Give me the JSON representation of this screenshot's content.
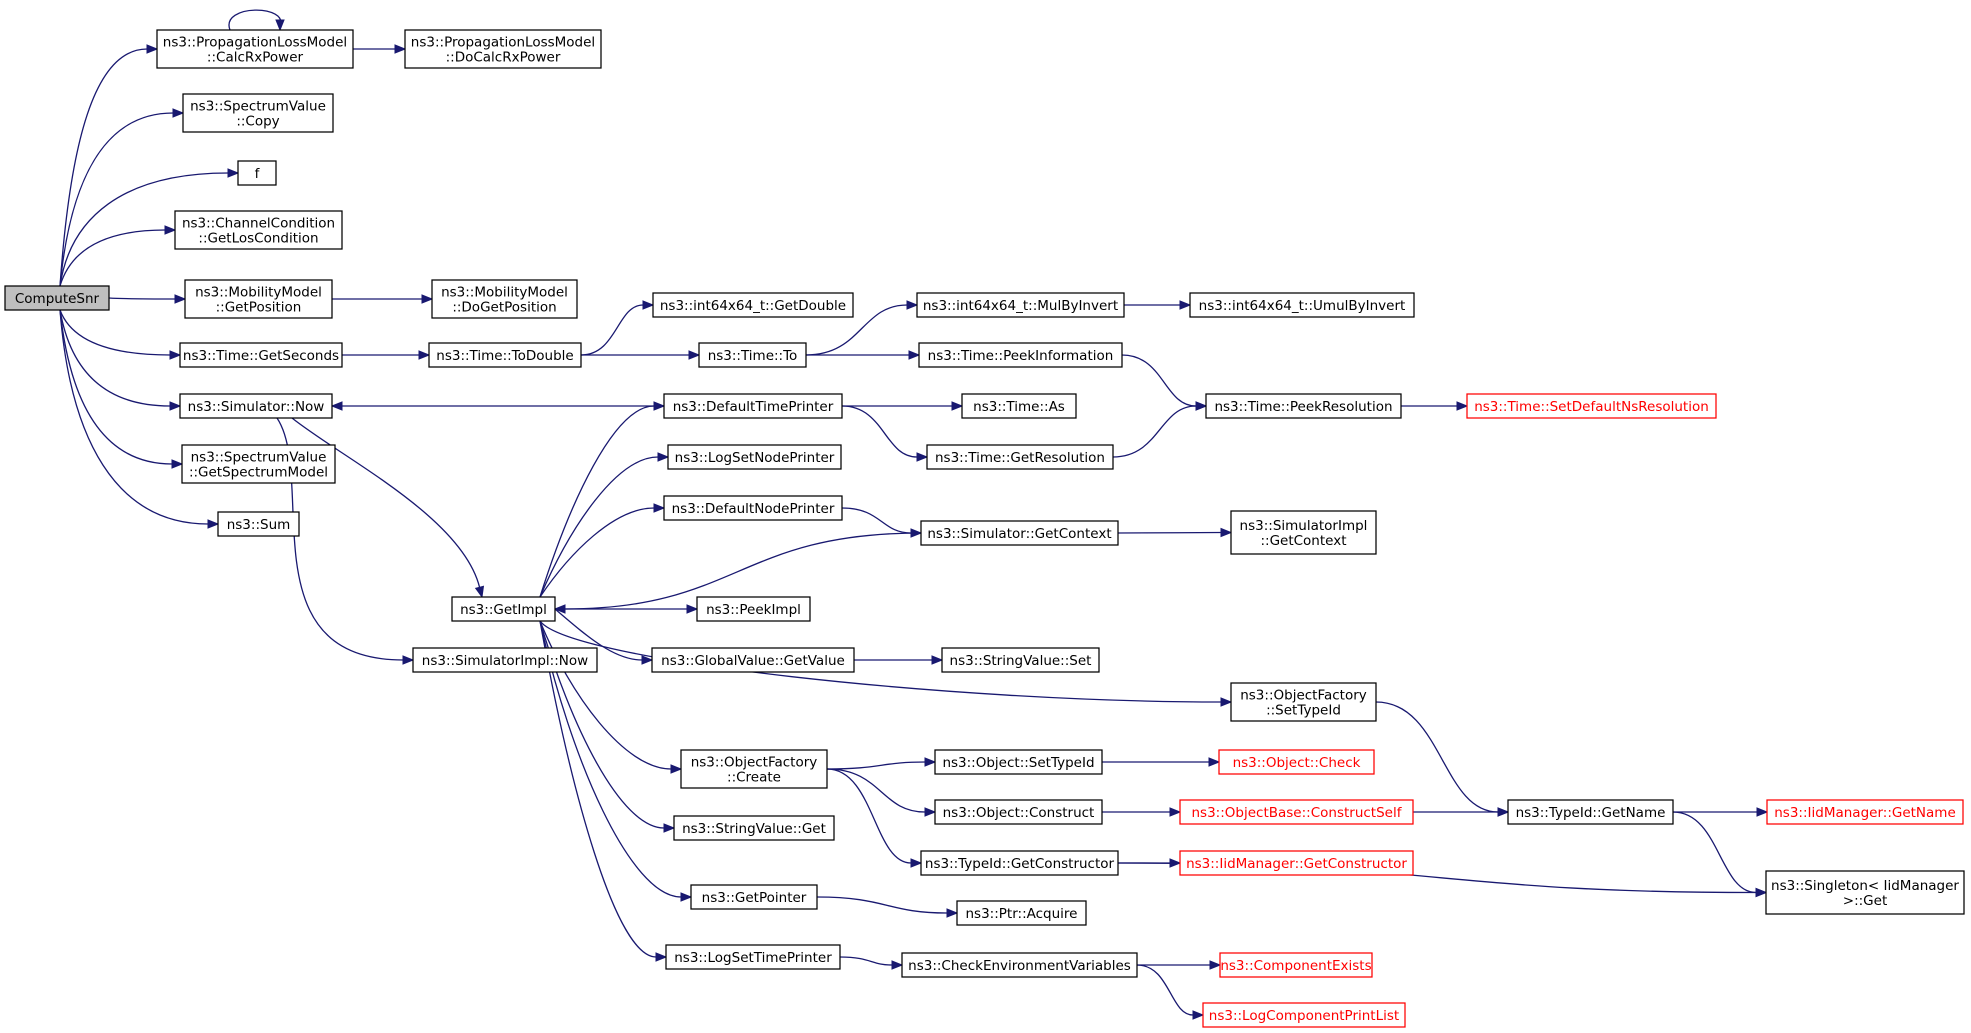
{
  "diagram": {
    "root": "ComputeSnr",
    "nodes": [
      {
        "id": "n_root",
        "lines": [
          "ComputeSnr"
        ],
        "root": true
      },
      {
        "id": "n_calcrx",
        "lines": [
          "ns3::PropagationLossModel",
          "::CalcRxPower"
        ]
      },
      {
        "id": "n_docalcrx",
        "lines": [
          "ns3::PropagationLossModel",
          "::DoCalcRxPower"
        ]
      },
      {
        "id": "n_specCopy",
        "lines": [
          "ns3::SpectrumValue",
          "::Copy"
        ]
      },
      {
        "id": "n_f",
        "lines": [
          "f"
        ]
      },
      {
        "id": "n_getLos",
        "lines": [
          "ns3::ChannelCondition",
          "::GetLosCondition"
        ]
      },
      {
        "id": "n_getPos",
        "lines": [
          "ns3::MobilityModel",
          "::GetPosition"
        ]
      },
      {
        "id": "n_doGetPos",
        "lines": [
          "ns3::MobilityModel",
          "::DoGetPosition"
        ]
      },
      {
        "id": "n_getSeconds",
        "lines": [
          "ns3::Time::GetSeconds"
        ]
      },
      {
        "id": "n_toDouble",
        "lines": [
          "ns3::Time::ToDouble"
        ]
      },
      {
        "id": "n_getDouble",
        "lines": [
          "ns3::int64x64_t::GetDouble"
        ]
      },
      {
        "id": "n_to",
        "lines": [
          "ns3::Time::To"
        ]
      },
      {
        "id": "n_mulByInvert",
        "lines": [
          "ns3::int64x64_t::MulByInvert"
        ]
      },
      {
        "id": "n_umulByInvert",
        "lines": [
          "ns3::int64x64_t::UmulByInvert"
        ]
      },
      {
        "id": "n_peekInfo",
        "lines": [
          "ns3::Time::PeekInformation"
        ]
      },
      {
        "id": "n_simNow",
        "lines": [
          "ns3::Simulator::Now"
        ]
      },
      {
        "id": "n_defTimePrinter",
        "lines": [
          "ns3::DefaultTimePrinter"
        ]
      },
      {
        "id": "n_timeAs",
        "lines": [
          "ns3::Time::As"
        ]
      },
      {
        "id": "n_peekRes",
        "lines": [
          "ns3::Time::PeekResolution"
        ]
      },
      {
        "id": "n_setDefNs",
        "lines": [
          "ns3::Time::SetDefaultNsResolution"
        ],
        "truncated": true
      },
      {
        "id": "n_getSpecModel",
        "lines": [
          "ns3::SpectrumValue",
          "::GetSpectrumModel"
        ]
      },
      {
        "id": "n_logSetNodePrinter",
        "lines": [
          "ns3::LogSetNodePrinter"
        ]
      },
      {
        "id": "n_getRes",
        "lines": [
          "ns3::Time::GetResolution"
        ]
      },
      {
        "id": "n_defNodePrinter",
        "lines": [
          "ns3::DefaultNodePrinter"
        ]
      },
      {
        "id": "n_sum",
        "lines": [
          "ns3::Sum"
        ]
      },
      {
        "id": "n_simGetCtx",
        "lines": [
          "ns3::Simulator::GetContext"
        ]
      },
      {
        "id": "n_simImplGetCtx",
        "lines": [
          "ns3::SimulatorImpl",
          "::GetContext"
        ]
      },
      {
        "id": "n_getImpl",
        "lines": [
          "ns3::GetImpl"
        ]
      },
      {
        "id": "n_peekImpl",
        "lines": [
          "ns3::PeekImpl"
        ]
      },
      {
        "id": "n_gvGetValue",
        "lines": [
          "ns3::GlobalValue::GetValue"
        ]
      },
      {
        "id": "n_svSet",
        "lines": [
          "ns3::StringValue::Set"
        ]
      },
      {
        "id": "n_simImplNow",
        "lines": [
          "ns3::SimulatorImpl::Now"
        ]
      },
      {
        "id": "n_ofSetTypeId",
        "lines": [
          "ns3::ObjectFactory",
          "::SetTypeId"
        ]
      },
      {
        "id": "n_ofCreate",
        "lines": [
          "ns3::ObjectFactory",
          "::Create"
        ]
      },
      {
        "id": "n_objSetTypeId",
        "lines": [
          "ns3::Object::SetTypeId"
        ]
      },
      {
        "id": "n_objCheck",
        "lines": [
          "ns3::Object::Check"
        ],
        "truncated": true
      },
      {
        "id": "n_objConstruct",
        "lines": [
          "ns3::Object::Construct"
        ]
      },
      {
        "id": "n_obConstructSelf",
        "lines": [
          "ns3::ObjectBase::ConstructSelf"
        ],
        "truncated": true
      },
      {
        "id": "n_typeIdGetName",
        "lines": [
          "ns3::TypeId::GetName"
        ]
      },
      {
        "id": "n_iidGetName",
        "lines": [
          "ns3::IidManager::GetName"
        ],
        "truncated": true
      },
      {
        "id": "n_svGet",
        "lines": [
          "ns3::StringValue::Get"
        ]
      },
      {
        "id": "n_typeIdGetCtor",
        "lines": [
          "ns3::TypeId::GetConstructor"
        ]
      },
      {
        "id": "n_iidGetCtor",
        "lines": [
          "ns3::IidManager::GetConstructor"
        ],
        "truncated": true
      },
      {
        "id": "n_singletonGet",
        "lines": [
          "ns3::Singleton< IidManager",
          " >::Get"
        ]
      },
      {
        "id": "n_getPointer",
        "lines": [
          "ns3::GetPointer"
        ]
      },
      {
        "id": "n_ptrAcquire",
        "lines": [
          "ns3::Ptr::Acquire"
        ]
      },
      {
        "id": "n_logSetTimePrinter",
        "lines": [
          "ns3::LogSetTimePrinter"
        ]
      },
      {
        "id": "n_checkEnv",
        "lines": [
          "ns3::CheckEnvironmentVariables"
        ]
      },
      {
        "id": "n_compExists",
        "lines": [
          "ns3::ComponentExists"
        ],
        "truncated": true
      },
      {
        "id": "n_logCompPrint",
        "lines": [
          "ns3::LogComponentPrintList"
        ],
        "truncated": true
      }
    ],
    "edges": [
      [
        "n_root",
        "n_calcrx"
      ],
      [
        "n_calcrx",
        "n_calcrx"
      ],
      [
        "n_calcrx",
        "n_docalcrx"
      ],
      [
        "n_root",
        "n_specCopy"
      ],
      [
        "n_root",
        "n_f"
      ],
      [
        "n_root",
        "n_getLos"
      ],
      [
        "n_root",
        "n_getPos"
      ],
      [
        "n_getPos",
        "n_doGetPos"
      ],
      [
        "n_root",
        "n_getSeconds"
      ],
      [
        "n_getSeconds",
        "n_toDouble"
      ],
      [
        "n_toDouble",
        "n_getDouble"
      ],
      [
        "n_toDouble",
        "n_to"
      ],
      [
        "n_to",
        "n_mulByInvert"
      ],
      [
        "n_mulByInvert",
        "n_umulByInvert"
      ],
      [
        "n_to",
        "n_peekInfo"
      ],
      [
        "n_peekInfo",
        "n_peekRes"
      ],
      [
        "n_root",
        "n_simNow"
      ],
      [
        "n_defTimePrinter",
        "n_simNow"
      ],
      [
        "n_defTimePrinter",
        "n_timeAs"
      ],
      [
        "n_defTimePrinter",
        "n_getRes"
      ],
      [
        "n_getRes",
        "n_peekRes"
      ],
      [
        "n_peekRes",
        "n_setDefNs"
      ],
      [
        "n_root",
        "n_getSpecModel"
      ],
      [
        "n_root",
        "n_sum"
      ],
      [
        "n_simNow",
        "n_getImpl"
      ],
      [
        "n_simNow",
        "n_simImplNow"
      ],
      [
        "n_getImpl",
        "n_defTimePrinter"
      ],
      [
        "n_getImpl",
        "n_logSetNodePrinter"
      ],
      [
        "n_getImpl",
        "n_defNodePrinter"
      ],
      [
        "n_defNodePrinter",
        "n_simGetCtx"
      ],
      [
        "n_simGetCtx",
        "n_getImpl"
      ],
      [
        "n_simGetCtx",
        "n_simImplGetCtx"
      ],
      [
        "n_getImpl",
        "n_peekImpl"
      ],
      [
        "n_getImpl",
        "n_gvGetValue"
      ],
      [
        "n_gvGetValue",
        "n_svSet"
      ],
      [
        "n_getImpl",
        "n_ofSetTypeId"
      ],
      [
        "n_ofSetTypeId",
        "n_typeIdGetName"
      ],
      [
        "n_getImpl",
        "n_ofCreate"
      ],
      [
        "n_ofCreate",
        "n_objSetTypeId"
      ],
      [
        "n_objSetTypeId",
        "n_objCheck"
      ],
      [
        "n_ofCreate",
        "n_objConstruct"
      ],
      [
        "n_objConstruct",
        "n_obConstructSelf"
      ],
      [
        "n_obConstructSelf",
        "n_typeIdGetName"
      ],
      [
        "n_typeIdGetName",
        "n_iidGetName"
      ],
      [
        "n_typeIdGetName",
        "n_singletonGet"
      ],
      [
        "n_ofCreate",
        "n_typeIdGetCtor"
      ],
      [
        "n_typeIdGetCtor",
        "n_iidGetCtor"
      ],
      [
        "n_typeIdGetCtor",
        "n_singletonGet"
      ],
      [
        "n_getImpl",
        "n_svGet"
      ],
      [
        "n_getImpl",
        "n_getPointer"
      ],
      [
        "n_getPointer",
        "n_ptrAcquire"
      ],
      [
        "n_getImpl",
        "n_logSetTimePrinter"
      ],
      [
        "n_logSetTimePrinter",
        "n_checkEnv"
      ],
      [
        "n_checkEnv",
        "n_compExists"
      ],
      [
        "n_checkEnv",
        "n_logCompPrint"
      ]
    ]
  },
  "colors": {
    "edge": "#191970",
    "node_border": "#000000",
    "root_fill": "#bfbfbf",
    "truncated_border": "#ff0000",
    "truncated_text": "#ff0000"
  }
}
